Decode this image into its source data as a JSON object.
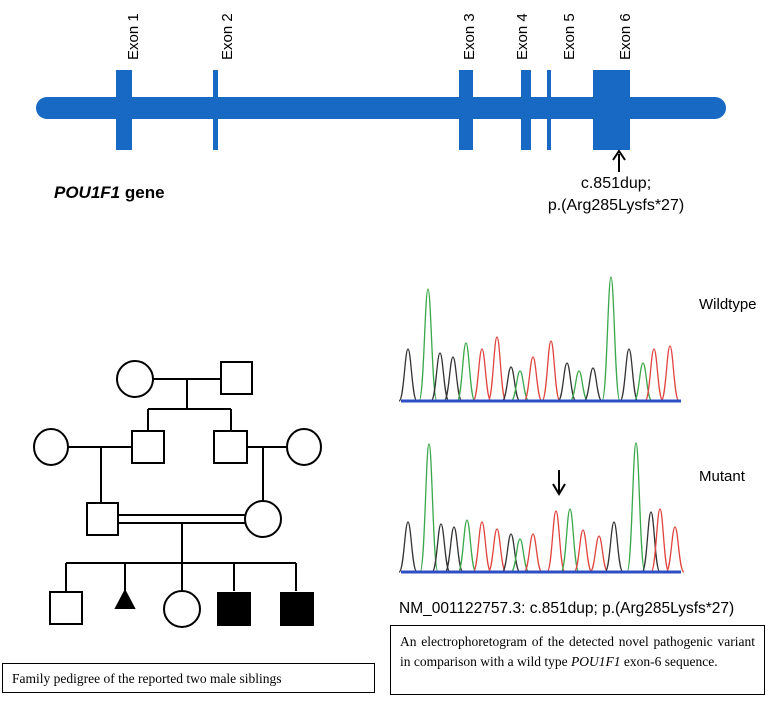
{
  "gene": {
    "name": "POU1F1",
    "name_suffix": " gene",
    "exons": [
      "Exon 1",
      "Exon 2",
      "Exon 3",
      "Exon 4",
      "Exon 5",
      "Exon 6"
    ],
    "variant_line1": "c.851dup;",
    "variant_line2": "p.(Arg285Lysfs*27)"
  },
  "colors": {
    "gene": "#1769c4",
    "green": "#3aa84a",
    "red": "#e0443e",
    "black": "#333333",
    "blue": "#2e4fc4"
  },
  "electropherogram": {
    "wildtype_label": "Wildtype",
    "mutant_label": "Mutant",
    "variant_caption": "NM_001122757.3: c.851dup; p.(Arg285Lysfs*27)"
  },
  "captions": {
    "pedigree": "Family pedigree of the reported two male siblings",
    "electro_part1": "An electrophoretogram of the detected novel pathogenic variant in comparison with a wild type ",
    "electro_gene": "POU1F1",
    "electro_part2": " exon-6 sequence."
  }
}
